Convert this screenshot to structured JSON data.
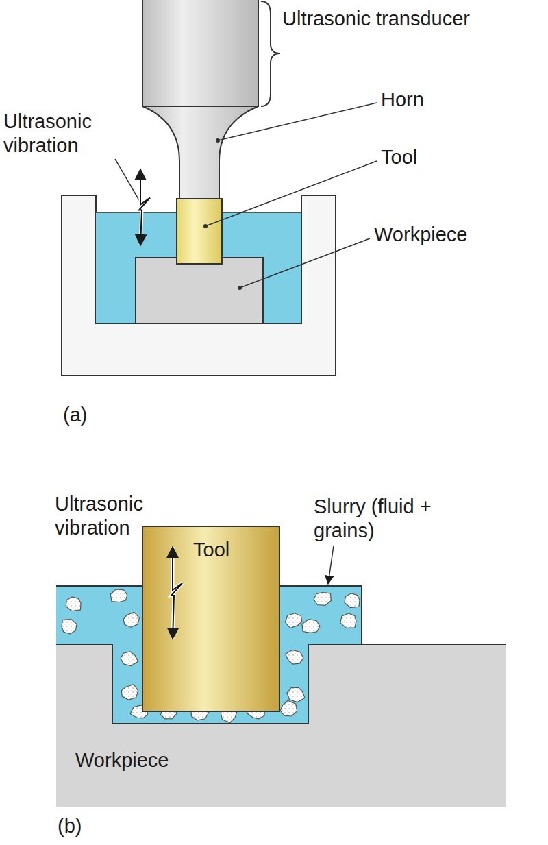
{
  "diagram": {
    "labels": [
      "Ultrasonic transducer",
      "Horn",
      "Ultrasonic vibration",
      "Tool",
      "Workpiece",
      "(a)",
      "Ultrasonic vibration",
      "Tool",
      "Slurry (fluid + grains)",
      "Workpiece",
      "(b)"
    ]
  }
}
